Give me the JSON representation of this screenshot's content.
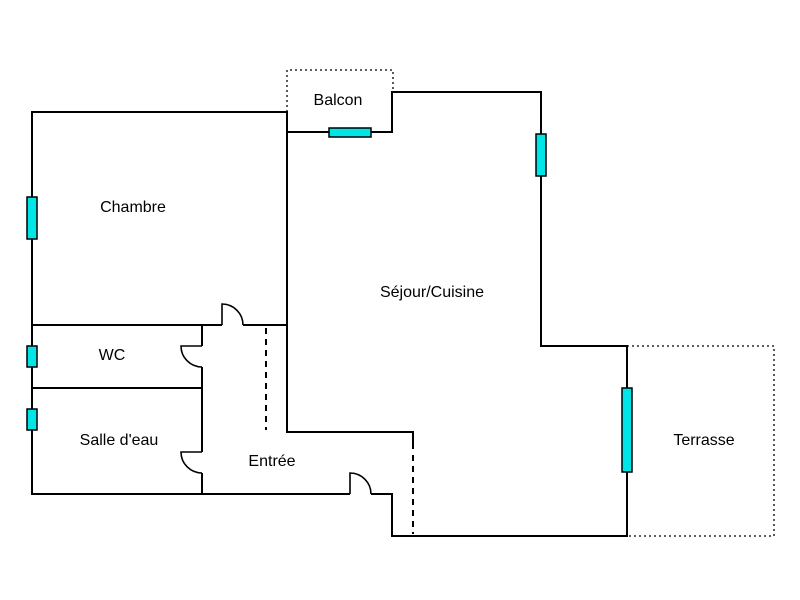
{
  "colors": {
    "wall": "#000000",
    "window": "#00e5e5",
    "background": "#ffffff"
  },
  "rooms": {
    "balcon": "Balcon",
    "chambre": "Chambre",
    "sejour": "Séjour/Cuisine",
    "wc": "WC",
    "salle_eau": "Salle d'eau",
    "entree": "Entrée",
    "terrasse": "Terrasse"
  }
}
